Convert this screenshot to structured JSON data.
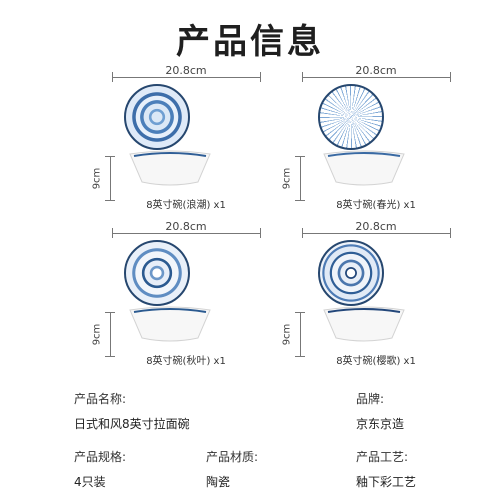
{
  "header": {
    "title": "产品信息"
  },
  "bowls": [
    {
      "width": "20.8cm",
      "height": "9cm",
      "caption": "8英寸碗(浪潮) x1",
      "pattern": "wave",
      "accent": "#2f5e96"
    },
    {
      "width": "20.8cm",
      "height": "9cm",
      "caption": "8英寸碗(春光) x1",
      "pattern": "rays",
      "accent": "#3a6aa3"
    },
    {
      "width": "20.8cm",
      "height": "9cm",
      "caption": "8英寸碗(秋叶) x1",
      "pattern": "leaf",
      "accent": "#2b5a90"
    },
    {
      "width": "20.8cm",
      "height": "9cm",
      "caption": "8英寸碗(樱歌) x1",
      "pattern": "floral",
      "accent": "#23477a"
    }
  ],
  "specs": {
    "name_label": "产品名称:",
    "name_value": "日式和风8英寸拉面碗",
    "brand_label": "品牌:",
    "brand_value": "京东京造",
    "spec_label": "产品规格:",
    "spec_value": "4只装",
    "material_label": "产品材质:",
    "material_value": "陶瓷",
    "craft_label": "产品工艺:",
    "craft_value": "釉下彩工艺"
  }
}
